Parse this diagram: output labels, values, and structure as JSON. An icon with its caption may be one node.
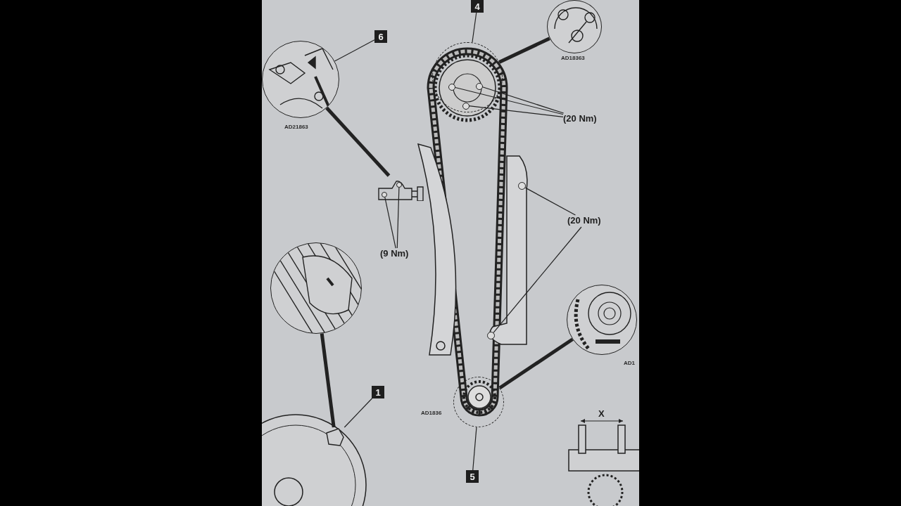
{
  "diagram": {
    "nodes": [
      {
        "text": [
          "4"
        ]
      },
      {
        "text": [],
        "shape": "circle"
      },
      {
        "text": [],
        "shape": "picture"
      },
      {
        "text": [
          "6"
        ]
      },
      {
        "text": [],
        "shape": "picture"
      },
      {
        "text": [],
        "shape": "picture"
      },
      {
        "text": [
          "(20 Nm)"
        ]
      },
      {
        "text": [
          "(9 Nm)"
        ]
      },
      {
        "text": [
          "(20 Nm)"
        ]
      },
      {
        "text": [],
        "shape": "picture"
      },
      {
        "text": [],
        "shape": "box"
      },
      {
        "text": [
          "1"
        ]
      },
      {
        "text": [],
        "shape": "circle"
      },
      {
        "text": [
          "5"
        ]
      },
      {
        "text": [],
        "shape": "picture"
      },
      {
        "text": [],
        "shape": "circle",
        "in": 1
      },
      {
        "text": [],
        "shape": "circle",
        "in": 1
      },
      {
        "text": [],
        "shape": "circle",
        "in": 1
      },
      {
        "text": [],
        "shape": "circle",
        "in": 5
      },
      {
        "text": [],
        "shape": "circle",
        "in": 5
      },
      {
        "text": [],
        "shape": "circle"
      },
      {
        "text": [],
        "shape": "circle"
      }
    ],
    "edges": [
      {
        "from": 0,
        "to": 1,
        "arrow": "none"
      },
      {
        "from": 1,
        "to": 2,
        "arrow": "none",
        "style": "thick"
      },
      {
        "from": 3,
        "to": 4,
        "arrow": "none"
      },
      {
        "from": 4,
        "to": 5,
        "arrow": "none",
        "style": "thick"
      },
      {
        "from": 6,
        "to": 15,
        "arrow": "none"
      },
      {
        "from": 6,
        "to": 16,
        "arrow": "none"
      },
      {
        "from": 6,
        "to": 17,
        "arrow": "none"
      },
      {
        "from": 7,
        "to": 18,
        "arrow": "none"
      },
      {
        "from": 7,
        "to": 19,
        "arrow": "none"
      },
      {
        "from": 8,
        "to": 20,
        "arrow": "none"
      },
      {
        "from": 8,
        "to": 21,
        "arrow": "none"
      },
      {
        "from": 9,
        "to": 10,
        "arrow": "none",
        "style": "thick"
      },
      {
        "from": 11,
        "to": 10,
        "arrow": "none"
      },
      {
        "from": 13,
        "to": 12,
        "arrow": "none"
      },
      {
        "from": 12,
        "to": 14,
        "arrow": "none",
        "style": "thick"
      }
    ],
    "labels": [
      "AD21863",
      "AD18363",
      "AD1836",
      "AD1",
      "X"
    ]
  }
}
